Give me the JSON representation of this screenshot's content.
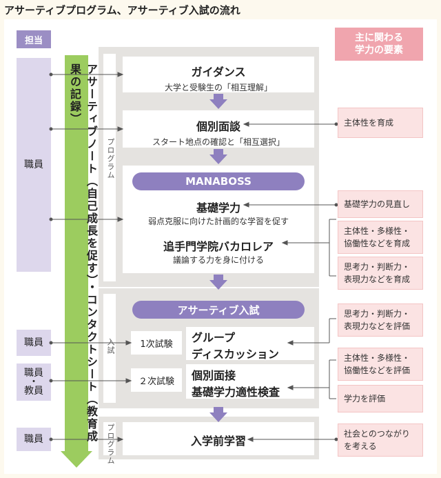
{
  "title": "アサーティブプログラム、アサーティブ入試の流れ",
  "tag_left": "担当",
  "tag_right_line1": "主に関わる",
  "tag_right_line2": "学力の要素",
  "staff": {
    "s1": "職員",
    "s2": "職員",
    "s3a": "職員",
    "s3b": "・",
    "s3c": "教員",
    "s4": "職員"
  },
  "note": "アサーティブノート（自己成長を促す）・コンタクトシート（教育成果の記録）",
  "side_labels": {
    "program1": "プログラム",
    "exam": "入試",
    "program2": "プログラム"
  },
  "steps": {
    "guidance_title": "ガイダンス",
    "guidance_sub": "大学と受験生の「相互理解」",
    "interview_title": "個別面談",
    "interview_sub": "スタート地点の確認と「相互選択」",
    "manaboss": "MANABOSS",
    "basic_title": "基礎学力",
    "basic_sub": "弱点克服に向けた計画的な学習を促す",
    "bacc_title": "追手門学院バカロレア",
    "bacc_sub": "議論する力を身に付ける",
    "assertive_exam": "アサーティブ入試",
    "exam1_label": "1次試験",
    "exam1_title_1": "グループ",
    "exam1_title_2": "ディスカッション",
    "exam2_label": "２次試験",
    "exam2_title_1": "個別面接",
    "exam2_title_2": "基礎学力適性検査",
    "prelearn_title": "入学前学習"
  },
  "elements": {
    "e1": [
      "主体性を育成"
    ],
    "e2": [
      "基礎学力の見直し"
    ],
    "e3": [
      "主体性・多様性・",
      "協働性などを育成"
    ],
    "e4": [
      "思考力・判断力・",
      "表現力などを育成"
    ],
    "e5": [
      "思考力・判断力・",
      "表現力などを評価"
    ],
    "e6": [
      "主体性・多様性・",
      "協働性などを評価"
    ],
    "e7": [
      "学力を評価"
    ],
    "e8": [
      "社会とのつながり",
      "を考える"
    ]
  }
}
